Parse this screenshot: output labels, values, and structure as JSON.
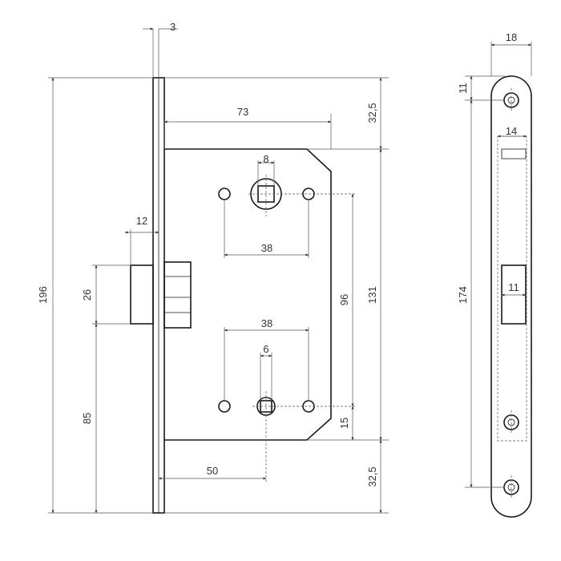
{
  "dimensions": {
    "faceplate_thickness": "3",
    "total_height": "196",
    "backset": "73",
    "top_offset": "32,5",
    "bottom_offset": "32,5",
    "case_height": "131",
    "handle_spindle": "8",
    "upper_hole_spacing": "38",
    "lower_hole_spacing": "38",
    "key_spindle": "6",
    "latch_projection": "12",
    "latch_height": "26",
    "latch_to_bottom": "85",
    "spindle_distance": "96",
    "key_offset": "15",
    "key_backset": "50",
    "strike_width": "18",
    "strike_top_hole": "11",
    "strike_window_width": "14",
    "strike_length": "174",
    "strike_latch_window": "11"
  }
}
